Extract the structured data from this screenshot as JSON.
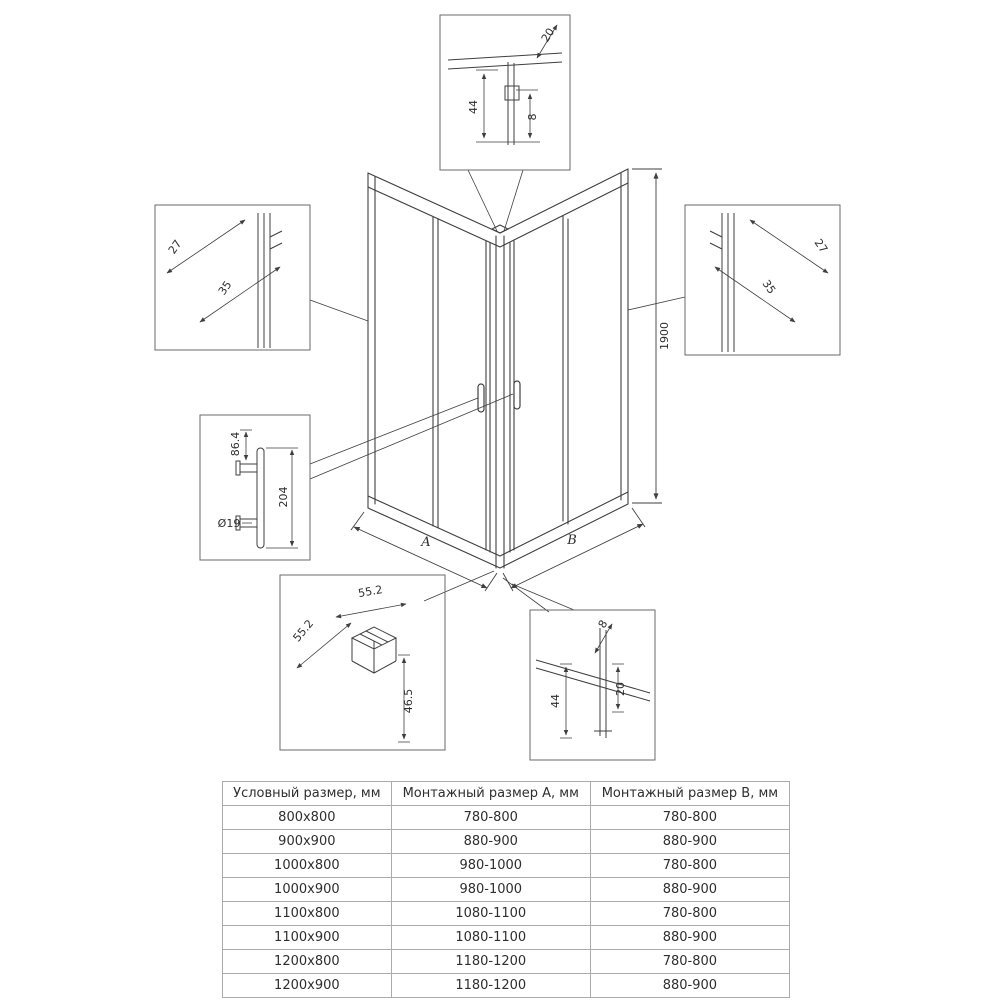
{
  "drawing": {
    "main": {
      "height_label": "1900",
      "dim_a": "A",
      "dim_b": "B"
    },
    "detail_top": {
      "dim1": "20",
      "dim2": "44",
      "dim3": "8"
    },
    "detail_left": {
      "dim1": "27",
      "dim2": "35"
    },
    "detail_right": {
      "dim1": "27",
      "dim2": "35"
    },
    "detail_handle": {
      "dim1": "86.4",
      "dim2": "204",
      "dim3": "Ø19"
    },
    "detail_corner": {
      "dim1": "55.2",
      "dim2": "55.2",
      "dim3": "46.5"
    },
    "detail_bottom": {
      "dim1": "8",
      "dim2": "44",
      "dim3": "20"
    }
  },
  "table": {
    "headers": [
      "Условный размер, мм",
      "Монтажный размер A, мм",
      "Монтажный размер B, мм"
    ],
    "rows": [
      [
        "800x800",
        "780-800",
        "780-800"
      ],
      [
        "900x900",
        "880-900",
        "880-900"
      ],
      [
        "1000x800",
        "980-1000",
        "780-800"
      ],
      [
        "1000x900",
        "980-1000",
        "880-900"
      ],
      [
        "1100x800",
        "1080-1100",
        "780-800"
      ],
      [
        "1100x900",
        "1080-1100",
        "880-900"
      ],
      [
        "1200x800",
        "1180-1200",
        "780-800"
      ],
      [
        "1200x900",
        "1180-1200",
        "880-900"
      ]
    ]
  },
  "colors": {
    "line": "#3f3f3f",
    "border": "#ababab",
    "text": "#2e2e2e"
  }
}
